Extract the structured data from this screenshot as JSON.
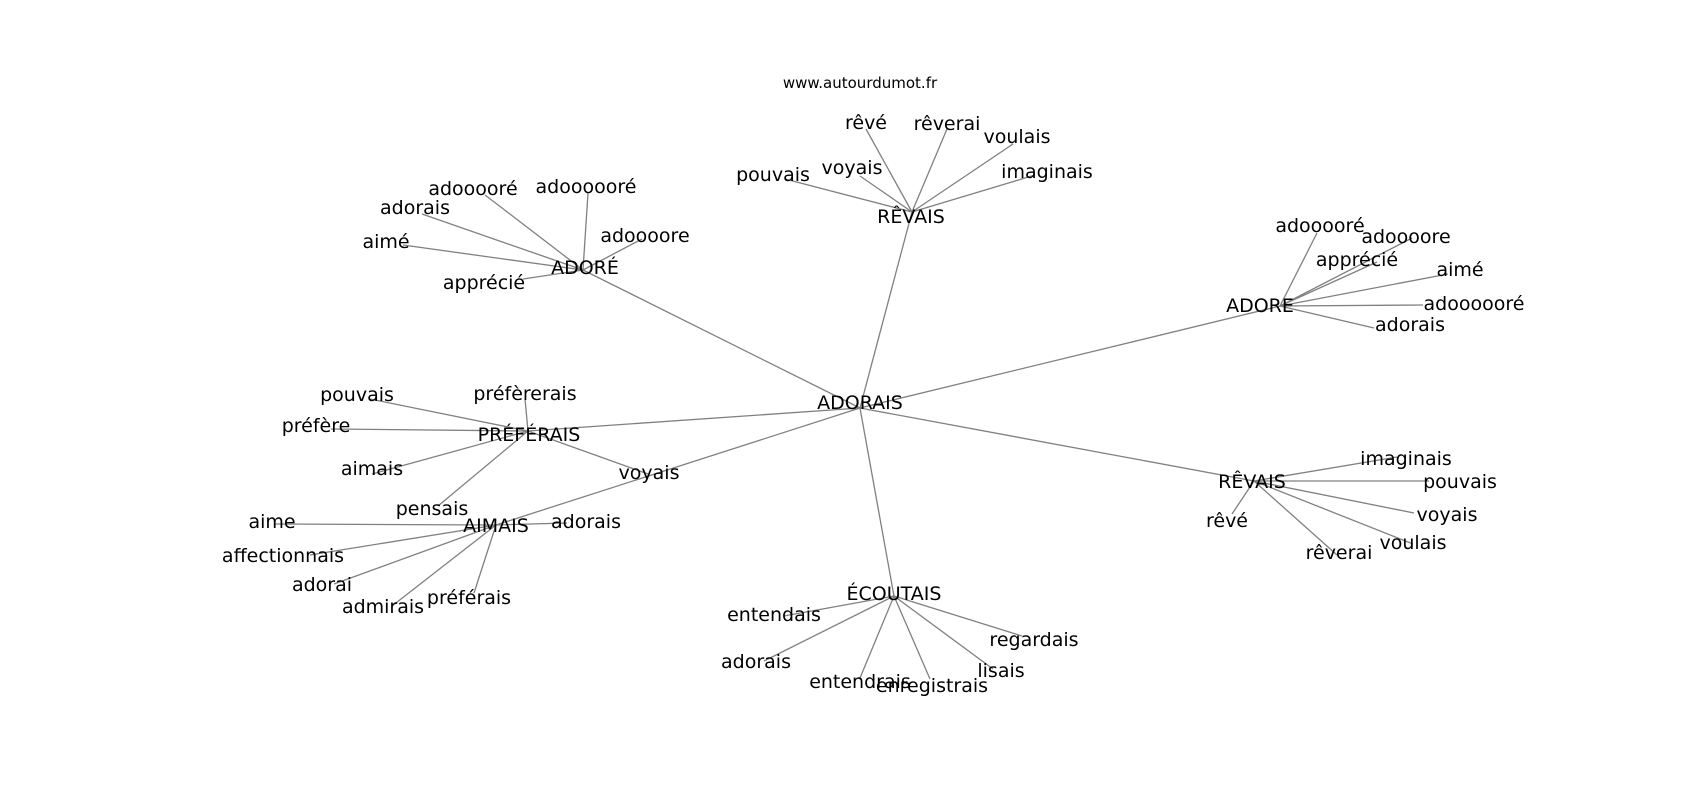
{
  "credit": "www.autourdumot.fr",
  "graph": {
    "center": "ADORAIS",
    "hubs": [
      {
        "id": "h_adore_acc",
        "label": "ADORÉ",
        "words": [
          "adooooré",
          "adoooooré",
          "adorais",
          "aimé",
          "adoooore",
          "apprécié"
        ]
      },
      {
        "id": "h_revais_top",
        "label": "RÊVAIS",
        "words": [
          "rêvé",
          "rêverai",
          "voulais",
          "voyais",
          "pouvais",
          "imaginais"
        ]
      },
      {
        "id": "h_adore",
        "label": "ADORE",
        "words": [
          "adooooré",
          "adoooore",
          "apprécié",
          "aimé",
          "adoooooré",
          "adorais"
        ]
      },
      {
        "id": "h_preferais",
        "label": "PRÉFÉRAIS",
        "words": [
          "pouvais",
          "préfèrerais",
          "préfère",
          "aimais",
          "pensais",
          "voyais"
        ]
      },
      {
        "id": "h_aimais",
        "label": "AIMAIS",
        "words": [
          "aime",
          "adorais",
          "affectionnais",
          "adorai",
          "admirais",
          "préférais"
        ]
      },
      {
        "id": "h_revais_bottom",
        "label": "RÊVAIS",
        "words": [
          "imaginais",
          "pouvais",
          "voyais",
          "voulais",
          "rêvé",
          "rêverai"
        ]
      },
      {
        "id": "h_ecoutais",
        "label": "ÉCOUTAIS",
        "words": [
          "entendais",
          "adorais",
          "entendrais",
          "enregistrais",
          "lisais",
          "regardais"
        ]
      }
    ]
  }
}
